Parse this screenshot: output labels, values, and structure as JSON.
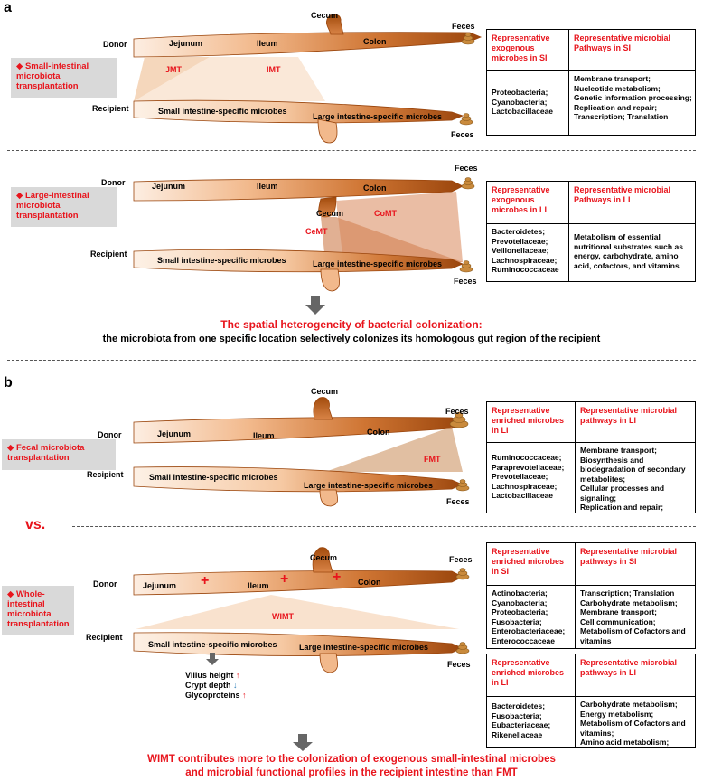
{
  "panel_a": {
    "letter": "a",
    "small_transplant": {
      "box_label": "◆ Small-intestinal\nmicrobiota\ntransplantation",
      "donor": "Donor",
      "recipient": "Recipient",
      "jejunum": "Jejunum",
      "ileum": "Ileum",
      "cecum": "Cecum",
      "colon": "Colon",
      "feces_top": "Feces",
      "feces_bottom": "Feces",
      "jmt": "JMT",
      "imt": "IMT",
      "si_microbes": "Small intestine-specific microbes",
      "li_microbes": "Large intestine-specific microbes",
      "table": {
        "h1": "Representative exogenous microbes in SI",
        "h2": "Representative microbial Pathways in SI",
        "c1": "Proteobacteria;\nCyanobacteria;\nLactobacillaceae",
        "c2": "Membrane transport;\nNucleotide metabolism;\nGenetic information processing;\nReplication and repair;\nTranscription; Translation"
      }
    },
    "large_transplant": {
      "box_label": "◆ Large-intestinal\nmicrobiota\ntransplantation",
      "donor": "Donor",
      "recipient": "Recipient",
      "jejunum": "Jejunum",
      "ileum": "Ileum",
      "cecum": "Cecum",
      "colon": "Colon",
      "feces_top": "Feces",
      "feces_bottom": "Feces",
      "cemt": "CeMT",
      "comt": "CoMT",
      "si_microbes": "Small intestine-specific microbes",
      "li_microbes": "Large intestine-specific microbes",
      "table": {
        "h1": "Representative exogenous microbes in LI",
        "h2": "Representative microbial Pathways in LI",
        "c1": "Bacteroidetes;\nPrevotellaceae;\nVeillonellaceae;\nLachnospiraceae;\nRuminococcaceae",
        "c2": "Metabolism of essential nutritional substrates such as energy, carbohydrate, amino acid, cofactors, and vitamins"
      }
    },
    "conclusion_red": "The spatial heterogeneity of bacterial colonization:",
    "conclusion_black": "the microbiota from one specific location selectively colonizes its homologous gut region of the recipient"
  },
  "panel_b": {
    "letter": "b",
    "fecal": {
      "box_label": "◆ Fecal microbiota\ntransplantation",
      "donor": "Donor",
      "recipient": "Recipient",
      "jejunum": "Jejunum",
      "ileum": "Ileum",
      "cecum": "Cecum",
      "colon": "Colon",
      "feces_top": "Feces",
      "feces_bottom": "Feces",
      "fmt": "FMT",
      "si_microbes": "Small intestine-specific microbes",
      "li_microbes": "Large intestine-specific microbes",
      "table": {
        "h1": "Representative enriched microbes in LI",
        "h2": "Representative microbial pathways in LI",
        "c1": "Ruminococcaceae;\nParaprevotellaceae;\nPrevotellaceae;\nLachnospiraceae;\nLactobacillaceae",
        "c2": "Membrane transport;\nBiosynthesis and biodegradation of secondary metabolites;\nCellular processes and signaling;\nReplication and repair;"
      }
    },
    "vs": "vs.",
    "whole": {
      "box_label": "◆ Whole-\nintestinal\nmicrobiota\ntransplantation",
      "donor": "Donor",
      "recipient": "Recipient",
      "jejunum": "Jejunum",
      "ileum": "Ileum",
      "cecum": "Cecum",
      "colon": "Colon",
      "feces_top": "Feces",
      "feces_bottom": "Feces",
      "wimt": "WIMT",
      "plus": "+",
      "si_microbes": "Small intestine-specific microbes",
      "li_microbes": "Large intestine-specific microbes",
      "villus": "Villus height",
      "crypt": "Crypt depth",
      "glyco": "Glycoproteins",
      "up": "↑",
      "down": "↓",
      "table_si": {
        "h1": "Representative enriched microbes in SI",
        "h2": "Representative microbial pathways in SI",
        "c1": "Actinobacteria;\nCyanobacteria;\nProteobacteria;\nFusobacteria;\nEnterobacteriaceae;\nEnterococcaceae",
        "c2": "Transcription; Translation\nCarbohydrate metabolism;\nMembrane transport;\nCell communication;\nMetabolism of Cofactors and vitamins"
      },
      "table_li": {
        "h1": "Representative enriched microbes in LI",
        "h2": "Representative microbial pathways in LI",
        "c1": "Bacteroidetes;\nFusobacteria;\nEubacteriaceae;\nRikenellaceae",
        "c2": "Carbohydrate metabolism;\nEnergy metabolism;\nMetabolism of Cofactors and vitamins;\nAmino acid metabolism;"
      }
    },
    "conclusion_line1": "WIMT contributes more to the colonization of exogenous small-intestinal microbes",
    "conclusion_line2": "and microbial functional profiles in the recipient intestine than FMT"
  },
  "colors": {
    "gut_light": "#fbe7d6",
    "gut_dark": "#a24b0c",
    "feces": "#c98a3c",
    "accent_red": "#e8141c",
    "label_gray": "#d9d9d9",
    "arrow_gray": "#666666"
  }
}
